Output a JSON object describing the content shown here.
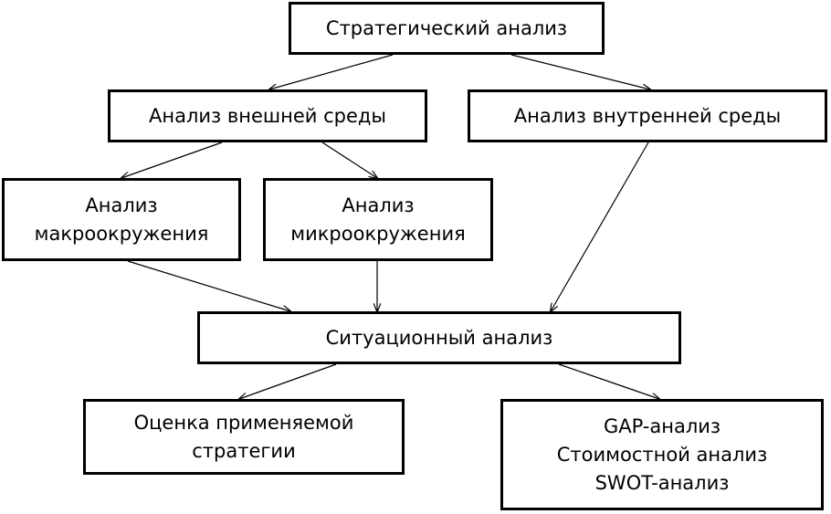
{
  "diagram": {
    "nodes": {
      "strategic": {
        "lines": [
          "Стратегический анализ"
        ]
      },
      "external": {
        "lines": [
          "Анализ внешней среды"
        ]
      },
      "internal": {
        "lines": [
          "Анализ внутренней среды"
        ]
      },
      "macro": {
        "lines": [
          "Анализ",
          "макроокружения"
        ]
      },
      "micro": {
        "lines": [
          "Анализ",
          "микроокружения"
        ]
      },
      "situation": {
        "lines": [
          "Ситуационный анализ"
        ]
      },
      "evaluation": {
        "lines": [
          "Оценка применяемой",
          "стратегии"
        ]
      },
      "methods": {
        "lines": [
          "GAP-анализ",
          "Стоимостной анализ",
          "SWOT-анализ"
        ]
      }
    },
    "edges": [
      {
        "from": "strategic",
        "to": "external"
      },
      {
        "from": "strategic",
        "to": "internal"
      },
      {
        "from": "external",
        "to": "macro"
      },
      {
        "from": "external",
        "to": "micro"
      },
      {
        "from": "macro",
        "to": "situation"
      },
      {
        "from": "micro",
        "to": "situation"
      },
      {
        "from": "internal",
        "to": "situation"
      },
      {
        "from": "situation",
        "to": "evaluation"
      },
      {
        "from": "situation",
        "to": "methods"
      }
    ],
    "colors": {
      "line": "#000000",
      "box_border": "#000000",
      "background": "#ffffff"
    }
  }
}
